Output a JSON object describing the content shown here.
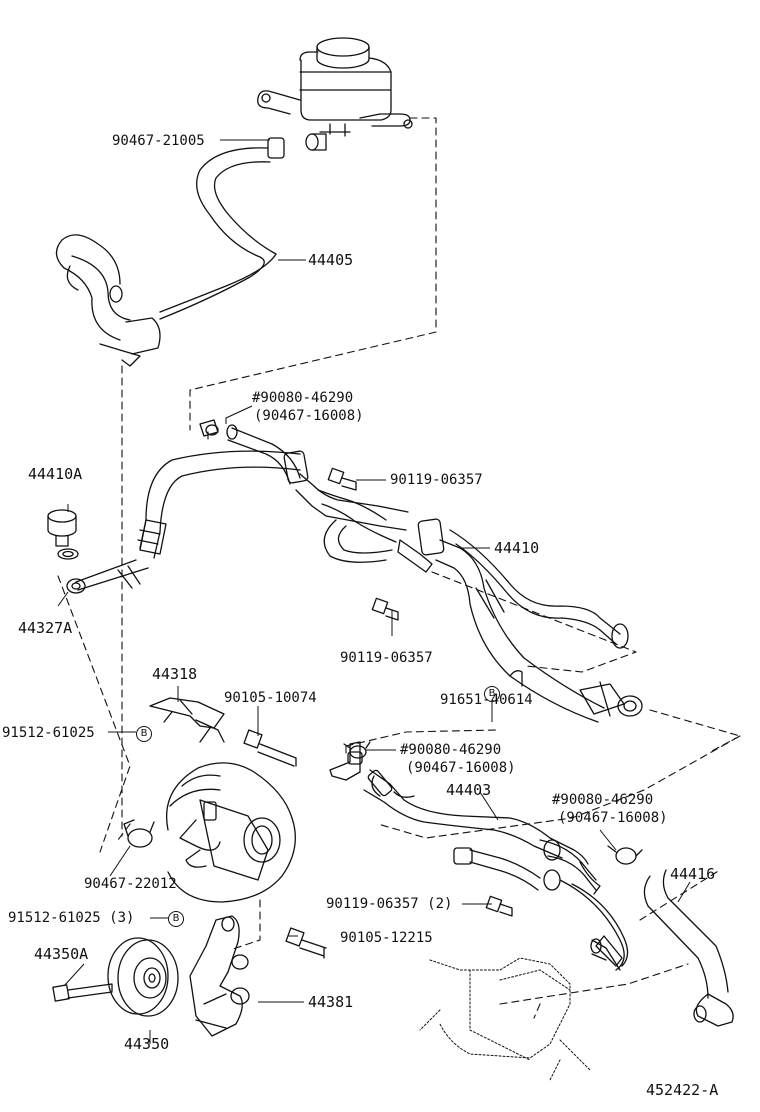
{
  "diagram_id": "452422-A",
  "labels": {
    "p_90467_21005": "90467-21005",
    "p_44405": "44405",
    "p_90080_46290_a": "#90080-46290",
    "p_90467_16008_a": "(90467-16008)",
    "p_90119_06357_a": "90119-06357",
    "p_44410A": "44410A",
    "p_44410": "44410",
    "p_44327A": "44327A",
    "p_90119_06357_b": "90119-06357",
    "p_44318": "44318",
    "p_90105_10074": "90105-10074",
    "p_91512_61025": "91512-61025",
    "callout_b": "B",
    "p_91651_40614": "91651-40614",
    "p_90080_46290_b": "#90080-46290",
    "p_90467_16008_b": "(90467-16008)",
    "p_44403": "44403",
    "p_90080_46290_c": "#90080-46290",
    "p_90467_16008_c": "(90467-16008)",
    "p_90467_22012": "90467-22012",
    "p_44416": "44416",
    "p_90119_06357_c": "90119-06357 (2)",
    "p_91512_61025_3": "91512-61025 (3)",
    "p_90105_12215": "90105-12215",
    "p_44350A": "44350A",
    "p_44381": "44381",
    "p_44350": "44350"
  }
}
